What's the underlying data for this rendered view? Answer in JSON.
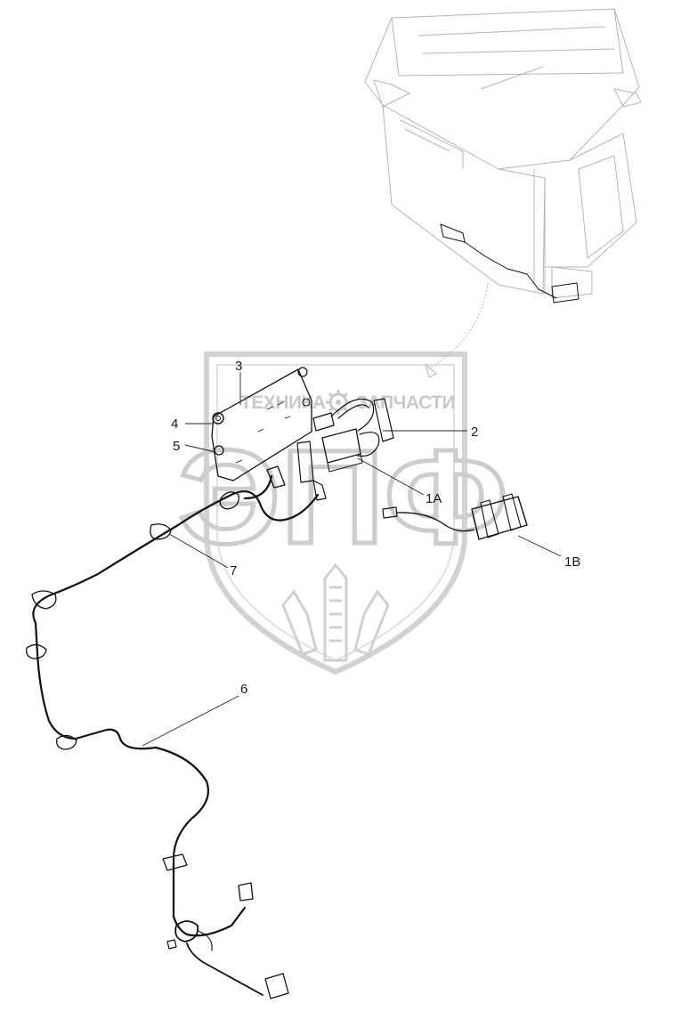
{
  "watermark": {
    "brand_left": "ТЕХНИКА",
    "brand_right": "ЗАПЧАСТИ",
    "monogram": "ЭПФ",
    "gear_icon": "gear-icon",
    "wheat_icon": "wheat-icon"
  },
  "callouts": [
    {
      "id": "3",
      "text": "3"
    },
    {
      "id": "4",
      "text": "4"
    },
    {
      "id": "5",
      "text": "5"
    },
    {
      "id": "2",
      "text": "2"
    },
    {
      "id": "1A",
      "text": "1A"
    },
    {
      "id": "1B",
      "text": "1B"
    },
    {
      "id": "7",
      "text": "7"
    },
    {
      "id": "6",
      "text": "6"
    }
  ],
  "colors": {
    "line": "#111111",
    "ghost": "#b5b5b5",
    "watermark": "#cdcdcd"
  }
}
